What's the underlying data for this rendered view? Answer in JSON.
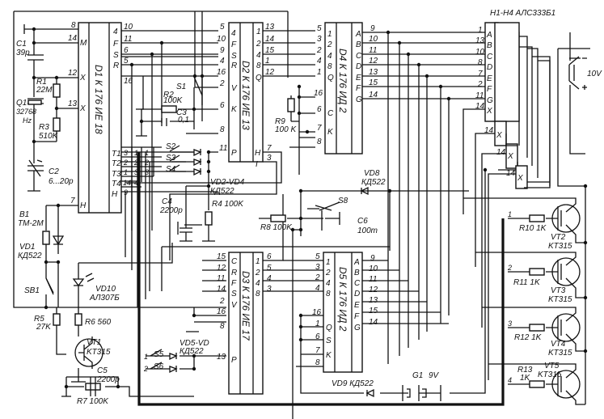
{
  "title": "Clock/counter circuit schematic",
  "chips": {
    "d1": {
      "name": "D1 К 176 ИЕ 18",
      "left_pins": [
        {
          "num": "8",
          "label": ""
        },
        {
          "num": "14",
          "label": "M"
        },
        {
          "num": "12",
          "label": "X"
        },
        {
          "num": "13",
          "label": "X"
        },
        {
          "num": "7",
          "label": "H"
        }
      ],
      "right_pins": [
        {
          "num": "10",
          "label": "4"
        },
        {
          "num": "11",
          "label": "F"
        },
        {
          "num": "6",
          "label": "S"
        },
        {
          "num": "5",
          "label": "R"
        },
        {
          "num": "16",
          "label": ""
        }
      ],
      "t_labels": [
        "T1",
        "T2",
        "T3",
        "T4",
        "H"
      ]
    },
    "d2": {
      "name": "D2 К 176 ИЕ 13",
      "left_pins": [
        {
          "num": "5",
          "label": "4"
        },
        {
          "num": "10",
          "label": "F"
        },
        {
          "num": "9",
          "label": "S"
        },
        {
          "num": "4",
          "label": "R"
        },
        {
          "num": "16",
          "label": ""
        },
        {
          "num": "2",
          "label": "V"
        },
        {
          "num": "6",
          "label": "K"
        },
        {
          "num": "8",
          "label": ""
        },
        {
          "num": "11",
          "label": "P"
        }
      ],
      "right_pins": [
        {
          "num": "13",
          "label": "1"
        },
        {
          "num": "14",
          "label": "2"
        },
        {
          "num": "15",
          "label": "4"
        },
        {
          "num": "1",
          "label": "8"
        },
        {
          "num": "12",
          "label": "Q"
        },
        {
          "num": "7",
          "label": "H"
        },
        {
          "num": "3",
          "label": "I"
        }
      ]
    },
    "d3": {
      "name": "D3 К 176 ИЕ 17",
      "left_pins": [
        {
          "num": "15",
          "label": "C"
        },
        {
          "num": "12",
          "label": "R"
        },
        {
          "num": "11",
          "label": "F"
        },
        {
          "num": "14",
          "label": "S"
        },
        {
          "num": "2",
          "label": "V"
        },
        {
          "num": "16",
          "label": ""
        },
        {
          "num": "8",
          "label": ""
        },
        {
          "num": "13",
          "label": "P"
        }
      ],
      "right_pins": [
        {
          "num": "6",
          "label": "1"
        },
        {
          "num": "5",
          "label": "2"
        },
        {
          "num": "4",
          "label": "4"
        },
        {
          "num": "3",
          "label": "8"
        }
      ]
    },
    "d4": {
      "name": "D4 К 176 ИД 2",
      "left_pins": [
        {
          "num": "5",
          "label": "1"
        },
        {
          "num": "3",
          "label": "2"
        },
        {
          "num": "2",
          "label": "4"
        },
        {
          "num": "4",
          "label": "8"
        },
        {
          "num": "1",
          "label": "Q"
        },
        {
          "num": "16",
          "label": ""
        },
        {
          "num": "6",
          "label": "C"
        },
        {
          "num": "7",
          "label": "K"
        },
        {
          "num": "8",
          "label": ""
        }
      ],
      "right_pins": [
        {
          "num": "9",
          "label": "A"
        },
        {
          "num": "10",
          "label": "B"
        },
        {
          "num": "11",
          "label": "C"
        },
        {
          "num": "12",
          "label": "D"
        },
        {
          "num": "13",
          "label": "E"
        },
        {
          "num": "15",
          "label": "F"
        },
        {
          "num": "14",
          "label": "G"
        }
      ]
    },
    "d5": {
      "name": "D5 К 176 ИД 2",
      "left_pins": [
        {
          "num": "5",
          "label": "1"
        },
        {
          "num": "3",
          "label": "2"
        },
        {
          "num": "2",
          "label": "4"
        },
        {
          "num": "4",
          "label": "8"
        },
        {
          "num": "16",
          "label": ""
        },
        {
          "num": "1",
          "label": "Q"
        },
        {
          "num": "6",
          "label": "S"
        },
        {
          "num": "7",
          "label": "K"
        },
        {
          "num": "8",
          "label": ""
        }
      ],
      "right_pins": [
        {
          "num": "9",
          "label": "A"
        },
        {
          "num": "10",
          "label": "B"
        },
        {
          "num": "11",
          "label": "C"
        },
        {
          "num": "12",
          "label": "D"
        },
        {
          "num": "13",
          "label": "E"
        },
        {
          "num": "15",
          "label": "F"
        },
        {
          "num": "14",
          "label": "G"
        }
      ]
    },
    "display": {
      "name": "H1-H4 АЛС333Б1",
      "pins": [
        {
          "num": "1",
          "label": "A"
        },
        {
          "num": "13",
          "label": "B"
        },
        {
          "num": "10",
          "label": "C"
        },
        {
          "num": "8",
          "label": "D"
        },
        {
          "num": "7",
          "label": "E"
        },
        {
          "num": "2",
          "label": "F"
        },
        {
          "num": "11",
          "label": "G"
        },
        {
          "num": "14",
          "label": "X"
        }
      ],
      "x_pins": [
        {
          "num": "14",
          "label": "X"
        },
        {
          "num": "14",
          "label": "X"
        },
        {
          "num": "14",
          "label": "X"
        }
      ]
    }
  },
  "t_table": [
    [
      "3",
      "1",
      "1"
    ],
    [
      "2",
      "2",
      "2"
    ],
    [
      "1",
      "3",
      "3"
    ],
    [
      "14",
      "4",
      ""
    ],
    [
      "9",
      "",
      ""
    ]
  ],
  "components": {
    "c1": [
      "C1",
      "39p"
    ],
    "r1": [
      "R1",
      "22M"
    ],
    "q1": [
      "Q1",
      "32768",
      "Hz"
    ],
    "r3": [
      "R3",
      "510K"
    ],
    "c2": [
      "C2",
      "6...20p"
    ],
    "b1": [
      "B1",
      "TM-2M"
    ],
    "vd1": [
      "VD1",
      "КД522"
    ],
    "sb1": "SB1",
    "vd10": [
      "VD10",
      "АЛ307Б"
    ],
    "r5": [
      "R5",
      "27K"
    ],
    "r6": "R6 560",
    "vt1": [
      "VT1",
      "KT315"
    ],
    "c5": [
      "C5",
      "2200p"
    ],
    "r7": "R7 100K",
    "s1": "S1",
    "r2": [
      "R2",
      "100K"
    ],
    "c3": [
      "C3",
      "0,1"
    ],
    "s2": "S2",
    "s3": "S3",
    "s4": "S4",
    "vd2_4": [
      "VD2-VD4",
      "КД522"
    ],
    "c4": [
      "C4",
      "2200p"
    ],
    "r4": "R4 100K",
    "r8": "R8 100K",
    "r9": [
      "R9",
      "100 K"
    ],
    "vd8": [
      "VD8",
      "КД522"
    ],
    "s8": "S8",
    "c6": [
      "C6",
      "100m"
    ],
    "s5": "S5",
    "s6": "S6",
    "vd5": [
      "VD5-VD",
      "КД522"
    ],
    "vd9": "VD9 КД522",
    "g1": [
      "G1",
      "9V"
    ],
    "supply": "10V",
    "r10": "R10 1K",
    "r11": "R11 1K",
    "r12": "R12 1K",
    "r13": [
      "R13",
      "1K"
    ],
    "vt2": [
      "VT2",
      "KT315"
    ],
    "vt3": [
      "VT3",
      "KT315"
    ],
    "vt4": [
      "VT4",
      "KT315"
    ],
    "vt5": [
      "VT5",
      "KT315"
    ],
    "bus_nums": [
      "1",
      "2",
      "3",
      "4"
    ],
    "s_nums": [
      "1",
      "2"
    ]
  }
}
